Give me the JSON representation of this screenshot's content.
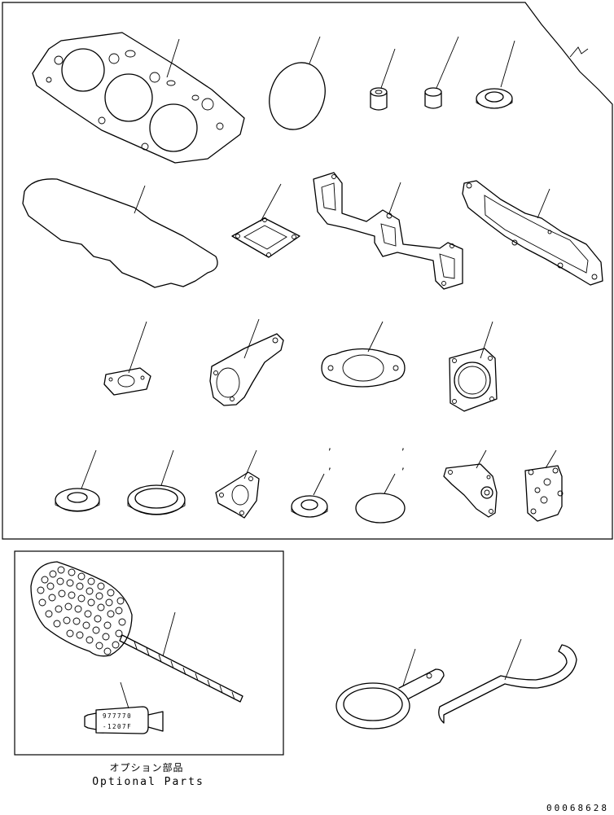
{
  "captions": {
    "optional_jp": "オプション部品",
    "optional_en": "Optional Parts"
  },
  "tube_label": {
    "line1": "977770",
    "line2": "-1207F"
  },
  "drawing_number": "00068628"
}
